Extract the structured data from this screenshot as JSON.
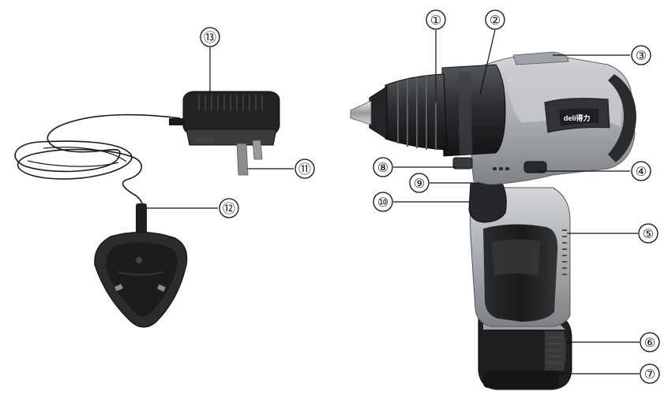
{
  "brand_logo": "deli得力",
  "adapter_stamp": "LEXPIRE",
  "callouts": [
    {
      "id": "c1",
      "label": "①"
    },
    {
      "id": "c2",
      "label": "②"
    },
    {
      "id": "c3",
      "label": "③"
    },
    {
      "id": "c4",
      "label": "④"
    },
    {
      "id": "c5",
      "label": "⑤"
    },
    {
      "id": "c6",
      "label": "⑥"
    },
    {
      "id": "c7",
      "label": "⑦"
    },
    {
      "id": "c8",
      "label": "⑧"
    },
    {
      "id": "c9",
      "label": "⑨"
    },
    {
      "id": "c10",
      "label": "⑩"
    },
    {
      "id": "c11",
      "label": "⑪"
    },
    {
      "id": "c12",
      "label": "⑫"
    },
    {
      "id": "c13",
      "label": "⑬"
    }
  ]
}
